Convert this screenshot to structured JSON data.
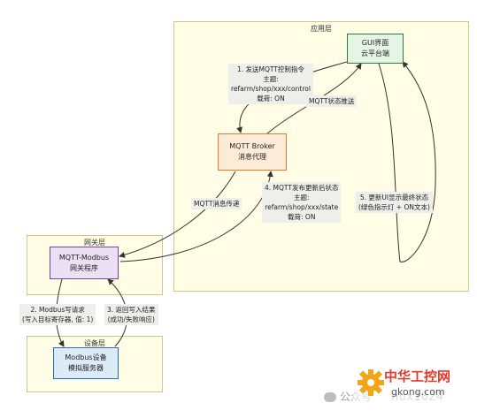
{
  "layers": {
    "app": "应用层",
    "gateway": "网关层",
    "device": "设备层"
  },
  "nodes": {
    "gui": [
      "GUI界面",
      "云平台端"
    ],
    "broker": [
      "MQTT Broker",
      "消息代理"
    ],
    "gw": [
      "MQTT-Modbus",
      "网关程序"
    ],
    "dev": [
      "Modbus设备",
      "模拟服务器"
    ]
  },
  "edge_labels": {
    "e1": [
      "1. 发送MQTT控制指令",
      "主题:",
      "refarm/shop/xxx/control",
      "载荷: ON"
    ],
    "e_status": [
      "MQTT状态推送"
    ],
    "e_msg": [
      "MQTT消息传递"
    ],
    "e4": [
      "4. MQTT发布更新后状态",
      "主题:",
      "refarm/shop/xxx/state",
      "载荷: ON"
    ],
    "e5": [
      "5. 更新UI显示最终状态",
      "(绿色指示灯 + ON文本)"
    ],
    "e2": [
      "2. Modbus写请求",
      "(写入目标寄存器, 值: 1)"
    ],
    "e3": [
      "3. 返回写入结果",
      "(成功/失败响应)"
    ]
  },
  "watermark": {
    "wechat": "公众号",
    "handle": "nux1024",
    "site": "中华工控网",
    "domain": "gkong.com"
  },
  "colors": {
    "layer_fill": "#fffde6",
    "gui_fill": "#e6f4e6",
    "gui_stroke": "#2e7d32",
    "broker_fill": "#fdebd8",
    "broker_stroke": "#e8782a",
    "gw_fill": "#ece0f5",
    "gw_stroke": "#7b3fa0",
    "dev_fill": "#dcebf8",
    "dev_stroke": "#2b6cb0",
    "site_red": "#e23b2a",
    "site_gear": "#f2a516"
  }
}
